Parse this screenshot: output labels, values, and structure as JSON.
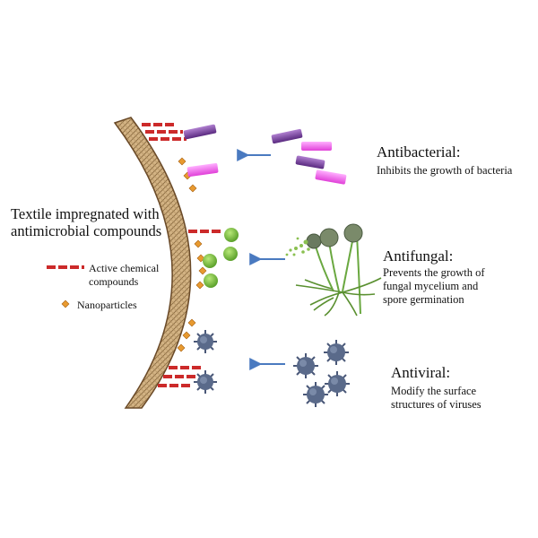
{
  "title": {
    "line1": "Textile impregnated with",
    "line2": "antimicrobial compounds"
  },
  "legend": {
    "active_line1": "Active chemical",
    "active_line2": "compounds",
    "nano": "Nanoparticles"
  },
  "antibacterial": {
    "heading": "Antibacterial:",
    "line1": "Inhibits the growth of bacteria"
  },
  "antifungal": {
    "heading": "Antifungal:",
    "line1": "Prevents the growth of",
    "line2": "fungal mycelium and",
    "line3": "spore germination"
  },
  "antiviral": {
    "heading": "Antiviral:",
    "line1": "Modify the surface",
    "line2": "structures of viruses"
  },
  "colors": {
    "textile": "#c8a878",
    "textile_pattern": "#8a6a40",
    "active": "#cc2a2a",
    "nanoparticle": "#e89a30",
    "bacteria_purple": "#7a3fa0",
    "bacteria_pink": "#f070e8",
    "fungus_green": "#7ac043",
    "virus": "#5a6a8a",
    "arrow": "#4a7ac0"
  }
}
